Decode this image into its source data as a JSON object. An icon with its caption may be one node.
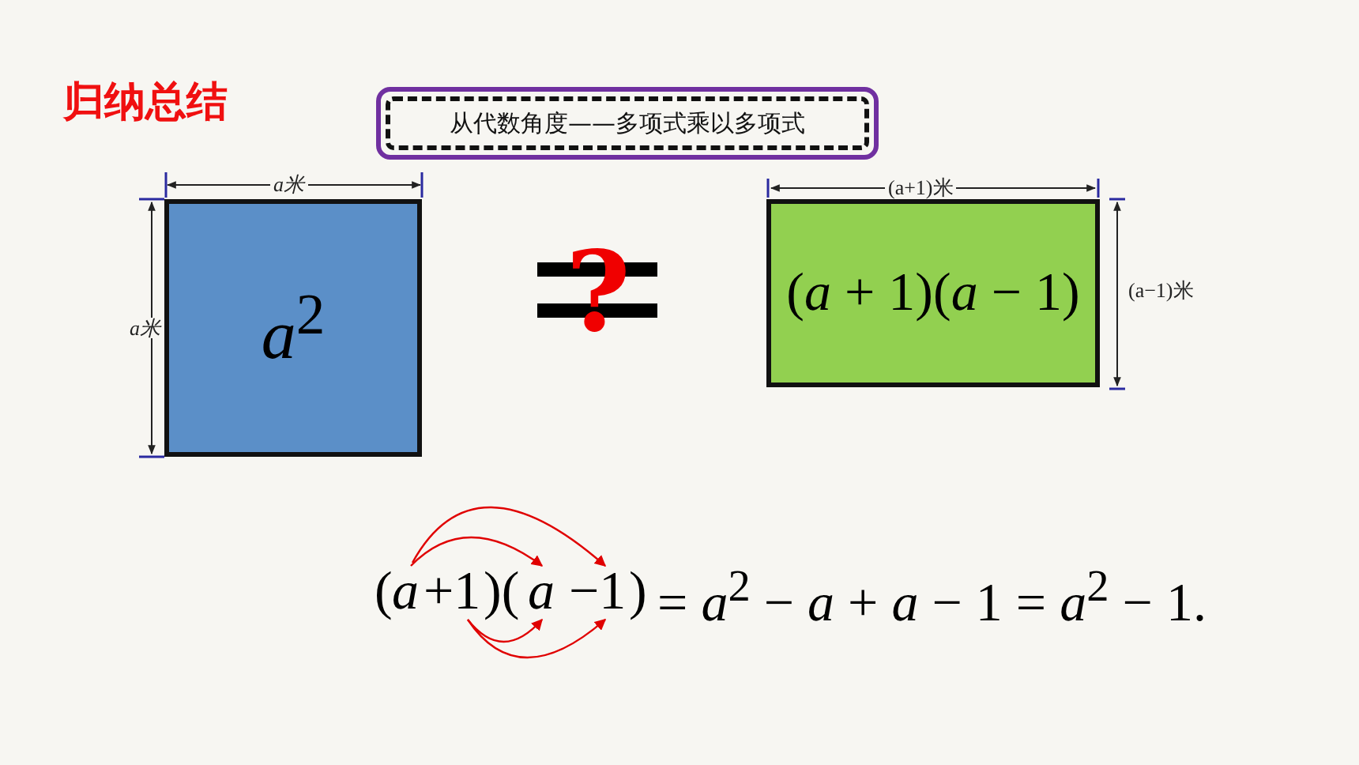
{
  "diagram": {
    "title": "归纳总结",
    "nodes": [
      {
        "text": [
          "从代数角度——多项式乘以多项式"
        ]
      },
      {
        "text": [
          "*a*$^{2}$"
        ],
        "beside": [
          "a米",
          "a米"
        ]
      },
      {
        "text": [
          "(*a* + 1)(*a* − 1)"
        ],
        "beside": [
          "(a+1)米",
          "(a−1)米"
        ]
      },
      {
        "text": [
          "*a*"
        ]
      },
      {
        "text": [
          "+1"
        ]
      },
      {
        "text": [
          "*a*"
        ]
      },
      {
        "text": [
          "−1"
        ]
      }
    ],
    "edges": [
      {
        "from": 3,
        "to": 5,
        "arrow": "to"
      },
      {
        "from": 3,
        "to": 6,
        "arrow": "to"
      },
      {
        "from": 4,
        "to": 5,
        "arrow": "to"
      },
      {
        "from": 4,
        "to": 6,
        "arrow": "to"
      }
    ],
    "labels": [
      "?",
      "(",
      ")(",
      ")",
      "= *a*$^{2}$ − *a* + *a* − 1 = *a*$^{2}$ − 1."
    ]
  }
}
